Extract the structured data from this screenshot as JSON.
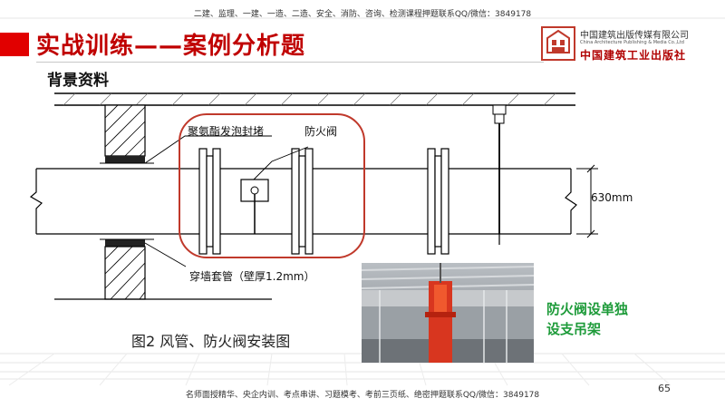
{
  "header": {
    "banner": "二建、监理、一建、一造、二造、安全、消防、咨询、检测课程押题联系QQ/微信：3849178",
    "title": "实战训练——案例分析题",
    "section": "背景资料"
  },
  "logo": {
    "name_cn": "中国建筑出版传媒有限公司",
    "name_en": "China Architecture Publishing & Media Co.,Ltd",
    "name_calligraphy": "中国建筑工业出版社"
  },
  "figure": {
    "labels": {
      "foam_seal": "聚氨酯发泡封堵",
      "fire_damper": "防火阀",
      "sleeve": "穿墙套管（壁厚1.2mm）",
      "dimension": "630mm"
    },
    "caption": "图2  风管、防火阀安装图"
  },
  "photo_note": [
    "防火阀设单独",
    "设支吊架"
  ],
  "footer": {
    "banner": "名师面授精华、央企内训、考点串讲、习题模考、考前三页纸、绝密押题联系QQ/微信：3849178",
    "page_number": "65"
  },
  "colors": {
    "accent_red": "#c00000",
    "note_green": "#1e9b3a",
    "highlight_circle": "#c0392b"
  }
}
